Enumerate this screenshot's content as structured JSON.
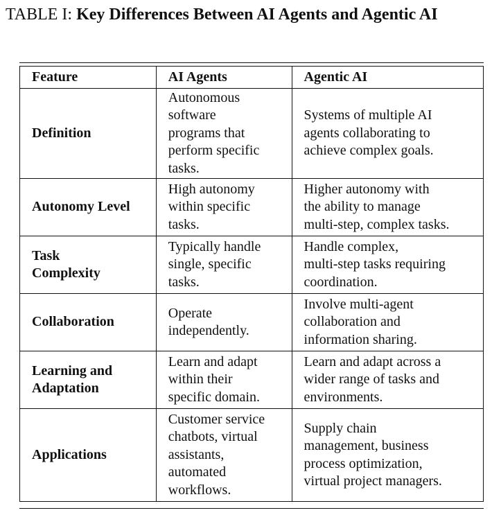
{
  "caption": {
    "prefix": "TABLE I: ",
    "title": "Key Differences Between AI Agents and Agentic AI"
  },
  "table": {
    "headers": [
      "Feature",
      "AI Agents",
      "Agentic AI"
    ],
    "rows": [
      {
        "feature": [
          "Definition"
        ],
        "ai_agents": [
          "Autonomous",
          "software",
          "programs that",
          "perform specific",
          "tasks."
        ],
        "agentic_ai": [
          "Systems of multiple AI",
          "agents collaborating to",
          "achieve complex goals."
        ]
      },
      {
        "feature": [
          "Autonomy Level"
        ],
        "ai_agents": [
          "High autonomy",
          "within specific",
          "tasks."
        ],
        "agentic_ai": [
          "Higher autonomy with",
          "the ability to manage",
          "multi-step, complex tasks."
        ]
      },
      {
        "feature": [
          "Task",
          "Complexity"
        ],
        "ai_agents": [
          "Typically handle",
          "single, specific",
          "tasks."
        ],
        "agentic_ai": [
          "Handle complex,",
          "multi-step tasks requiring",
          "coordination."
        ]
      },
      {
        "feature": [
          "Collaboration"
        ],
        "ai_agents": [
          "Operate",
          "independently."
        ],
        "agentic_ai": [
          "Involve multi-agent",
          "collaboration and",
          "information sharing."
        ]
      },
      {
        "feature": [
          "Learning and",
          "Adaptation"
        ],
        "ai_agents": [
          "Learn and adapt",
          "within their",
          "specific domain."
        ],
        "agentic_ai": [
          "Learn and adapt across a",
          "wider range of tasks and",
          "environments."
        ]
      },
      {
        "feature": [
          "Applications"
        ],
        "ai_agents": [
          "Customer service",
          "chatbots, virtual",
          "assistants,",
          "automated",
          "workflows."
        ],
        "agentic_ai": [
          "Supply chain",
          "management, business",
          "process optimization,",
          "virtual project managers."
        ]
      }
    ]
  }
}
